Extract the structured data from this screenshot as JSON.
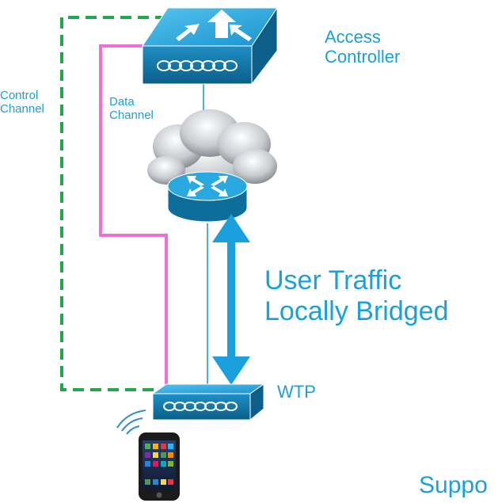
{
  "labels": {
    "access_controller_line1": "Access",
    "access_controller_line2": "Controller",
    "control_channel_line1": "Control",
    "control_channel_line2": "Channel",
    "data_channel_line1": "Data",
    "data_channel_line2": "Channel",
    "user_traffic_line1": "User Traffic",
    "user_traffic_line2": "Locally Bridged",
    "wtp": "WTP",
    "bottom_partial": "Suppo"
  },
  "colors": {
    "label_text": "#1aa0dc",
    "control_channel": "#21a84a",
    "data_channel": "#f06fd2",
    "device_blue": "#1e9fd8",
    "device_dark": "#0d6e9c",
    "link_line": "#4fb0dc",
    "traffic_arrow": "#1aa0dc"
  },
  "icons": {
    "controller": "access-controller-icon",
    "cloud": "cloud-icon",
    "router": "router-icon",
    "wtp": "wtp-access-point-icon",
    "phone": "smartphone-icon",
    "wireless": "wireless-signal-icon"
  }
}
